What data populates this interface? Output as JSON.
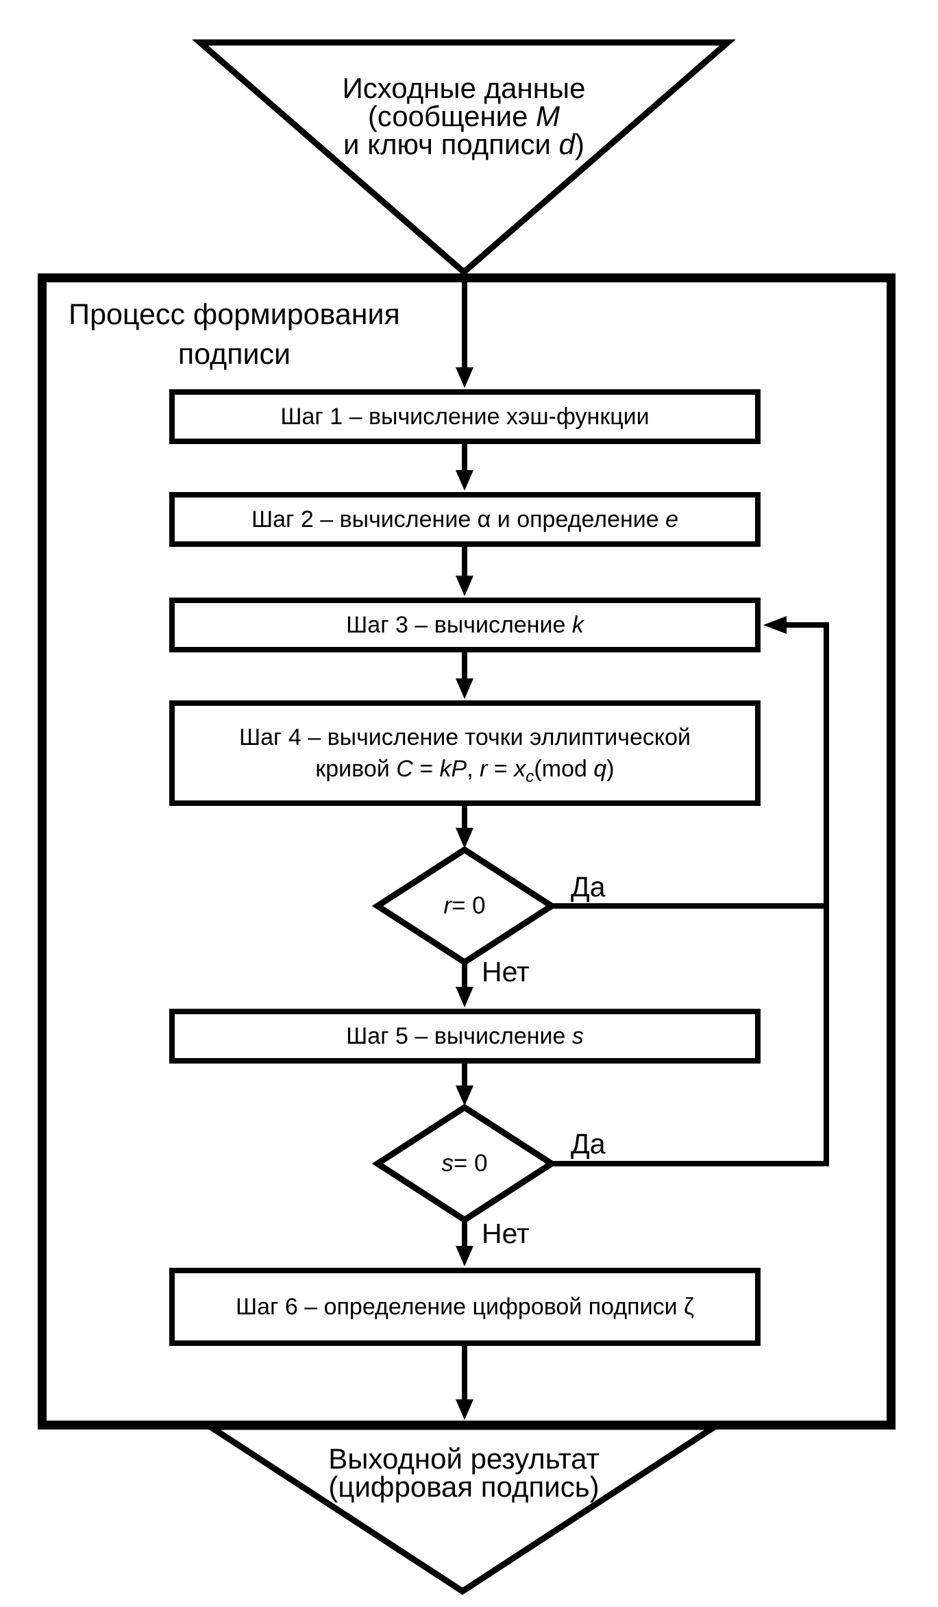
{
  "colors": {
    "ink": "#000000",
    "paper": "#ffffff"
  },
  "input_terminal": {
    "line1": [
      {
        "t": "Исходные данные"
      }
    ],
    "line2": [
      {
        "t": "(сообщение "
      },
      {
        "t": "M",
        "i": true
      }
    ],
    "line3": [
      {
        "t": "и ключ подписи "
      },
      {
        "t": "d",
        "i": true
      },
      {
        "t": ")"
      }
    ]
  },
  "container": {
    "title_line1": "Процесс формирования",
    "title_line2": "подписи"
  },
  "steps": [
    {
      "name": "step1",
      "line1": [
        {
          "t": "Шаг 1 – вычисление хэш-функции"
        }
      ]
    },
    {
      "name": "step2",
      "line1": [
        {
          "t": "Шаг 2 – вычисление α и определение "
        },
        {
          "t": "e",
          "i": true
        }
      ]
    },
    {
      "name": "step3",
      "line1": [
        {
          "t": "Шаг 3 – вычисление "
        },
        {
          "t": "k",
          "i": true
        }
      ]
    },
    {
      "name": "step4",
      "line1": [
        {
          "t": "Шаг 4 – вычисление точки эллиптической"
        }
      ],
      "line2": [
        {
          "t": "кривой "
        },
        {
          "t": "C",
          "i": true
        },
        {
          "t": " = "
        },
        {
          "t": "kP",
          "i": true
        },
        {
          "t": ", "
        },
        {
          "t": "r",
          "i": true
        },
        {
          "t": " = "
        },
        {
          "t": "x",
          "i": true
        },
        {
          "t": "c",
          "i": true,
          "sub": true
        },
        {
          "t": "(mod "
        },
        {
          "t": "q",
          "i": true
        },
        {
          "t": ")"
        }
      ]
    },
    {
      "name": "step5",
      "line1": [
        {
          "t": "Шаг 5 – вычисление "
        },
        {
          "t": "s",
          "i": true
        }
      ]
    },
    {
      "name": "step6",
      "line1": [
        {
          "t": "Шаг 6 – определение цифровой подписи ζ"
        }
      ]
    }
  ],
  "decisions": {
    "r_check": {
      "label": [
        {
          "t": "r",
          "i": true
        },
        {
          "t": " = 0"
        }
      ],
      "yes": "Да",
      "no": "Нет"
    },
    "s_check": {
      "label": [
        {
          "t": "s",
          "i": true
        },
        {
          "t": " = 0"
        }
      ],
      "yes": "Да",
      "no": "Нет"
    }
  },
  "output_terminal": {
    "line1": "Выходной результат",
    "line2": "(цифровая подпись)"
  }
}
